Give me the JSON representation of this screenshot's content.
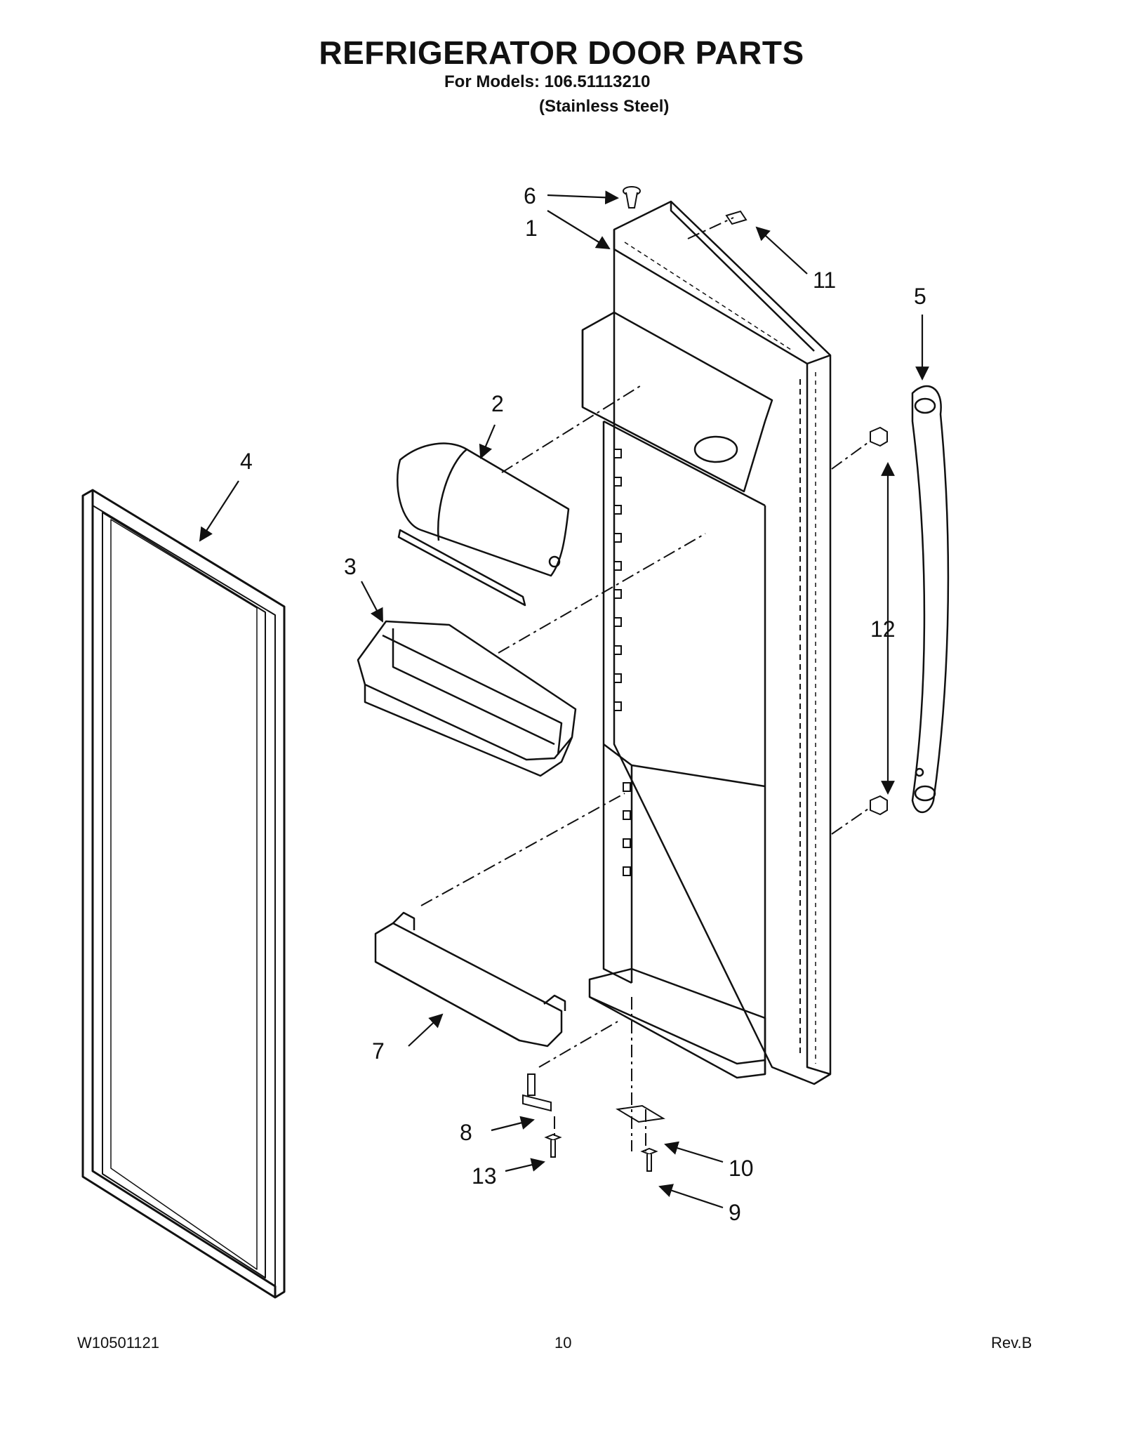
{
  "header": {
    "title": "REFRIGERATOR DOOR PARTS",
    "models_line": "For Models: 106.51113210",
    "finish_line": "(Stainless Steel)"
  },
  "callouts": [
    "1",
    "2",
    "3",
    "4",
    "5",
    "6",
    "7",
    "8",
    "9",
    "10",
    "11",
    "12",
    "13"
  ],
  "footer": {
    "doc_number": "W10501121",
    "page_number": "10",
    "revision": "Rev.B"
  }
}
